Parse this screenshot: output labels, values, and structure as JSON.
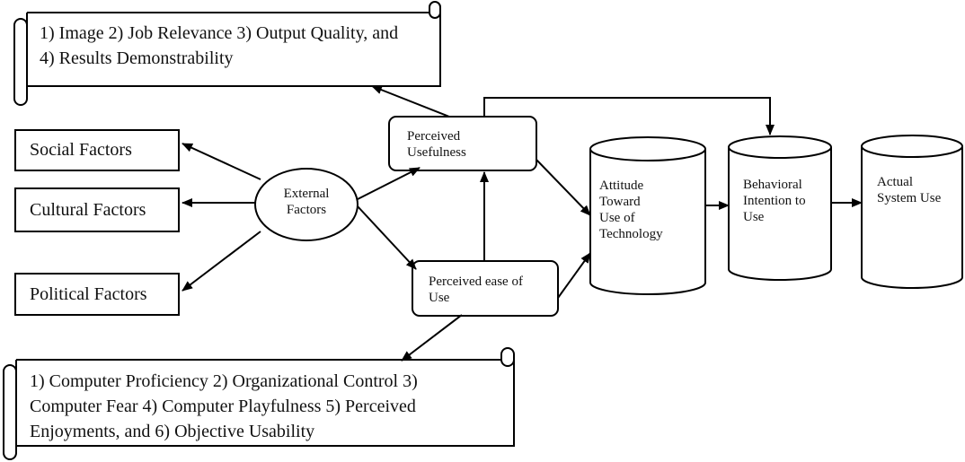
{
  "scroll_top": {
    "line1": "1) Image 2) Job Relevance 3) Output Quality, and",
    "line2": "4) Results Demonstrability"
  },
  "scroll_bottom": {
    "line1": "1) Computer Proficiency 2) Organizational Control 3)",
    "line2": "Computer Fear 4) Computer Playfulness 5) Perceived",
    "line3": "Enjoyments, and 6) Objective Usability"
  },
  "factors": {
    "social": "Social Factors",
    "cultural": "Cultural Factors",
    "political": "Political Factors"
  },
  "external": {
    "line1": "External",
    "line2": "Factors"
  },
  "perceived_usefulness": {
    "line1": "Perceived",
    "line2": "Usefulness"
  },
  "perceived_ease": {
    "line1": "Perceived ease of",
    "line2": "Use"
  },
  "attitude": {
    "line1": "Attitude",
    "line2": "Toward",
    "line3": "Use of",
    "line4": "Technology"
  },
  "intention": {
    "line1": "Behavioral",
    "line2": "Intention to",
    "line3": "Use"
  },
  "actual_use": {
    "line1": "Actual",
    "line2": "System Use"
  }
}
